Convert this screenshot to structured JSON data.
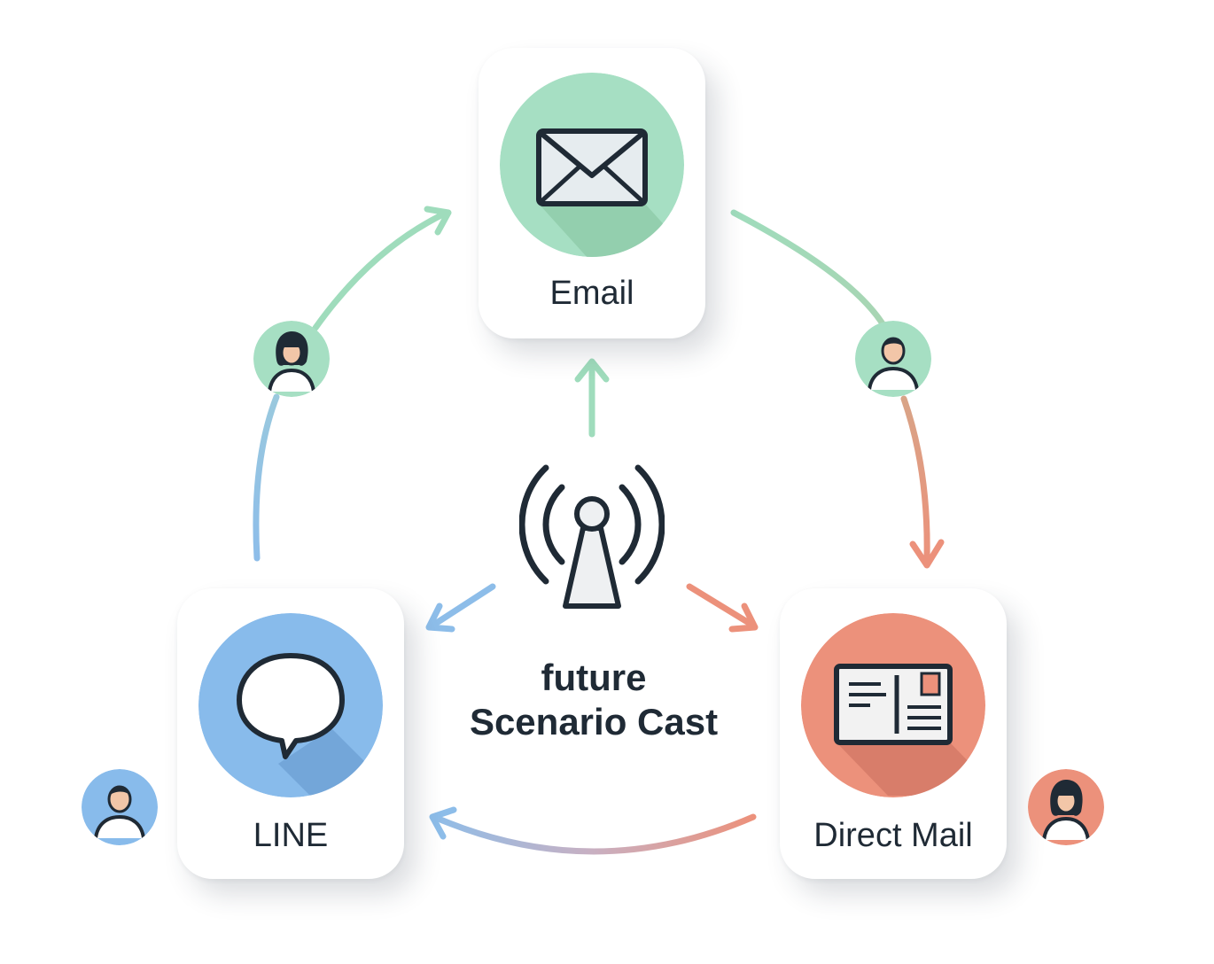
{
  "diagram": {
    "center": {
      "title_line1": "future",
      "title_line2": "Scenario Cast",
      "icon": "broadcast-antenna-icon"
    },
    "channels": [
      {
        "id": "email",
        "label": "Email",
        "icon": "envelope-icon",
        "color": "#a6dfc3"
      },
      {
        "id": "line",
        "label": "LINE",
        "icon": "speech-bubble-icon",
        "color": "#88bbeb"
      },
      {
        "id": "direct-mail",
        "label": "Direct Mail",
        "icon": "postcard-icon",
        "color": "#ec917b"
      }
    ],
    "personas": [
      {
        "icon": "woman-avatar-icon",
        "color": "#a6dfc3"
      },
      {
        "icon": "man-avatar-icon",
        "color": "#a6dfc3"
      },
      {
        "icon": "man-avatar-icon",
        "color": "#88bbeb"
      },
      {
        "icon": "woman-avatar-icon",
        "color": "#ec917b"
      }
    ],
    "colors": {
      "green": "#9fdcbc",
      "blue": "#8dbde9",
      "coral": "#ec917b",
      "ink": "#1f2a35"
    }
  }
}
